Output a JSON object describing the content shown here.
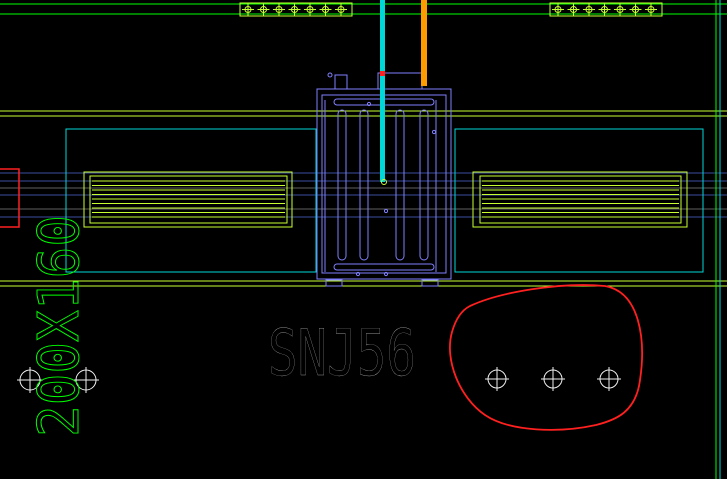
{
  "drawing": {
    "unit_tag": "SNJ56",
    "duct_size_label": "200X160",
    "markup_annotation": "red-circle-markup"
  },
  "colors": {
    "background": "#000000",
    "green": "#00ff00",
    "yellow_green": "#c8ff30",
    "cyan": "#00d8d8",
    "orange": "#ff9a00",
    "purple": "#8080ff",
    "red": "#ff2020",
    "white": "#f0f0f0",
    "line_blue": "#4e6fd8",
    "dark_gray": "#555555"
  },
  "icons": {
    "symbol": "pipe-crosshair-symbol"
  }
}
